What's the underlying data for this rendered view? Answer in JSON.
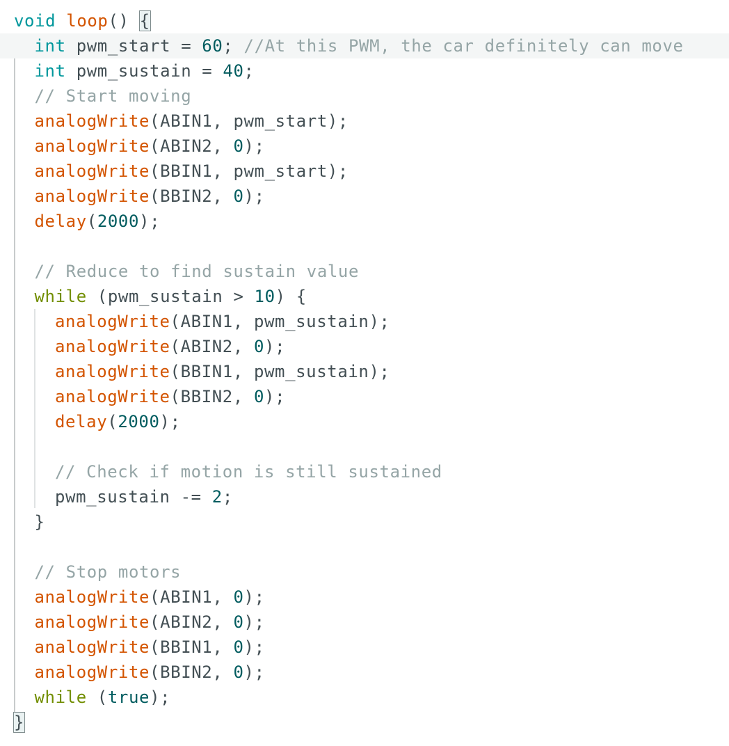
{
  "editor": {
    "active_line_index": 1,
    "lines": [
      {
        "indent": 0,
        "tokens": [
          {
            "t": "void",
            "c": "kw"
          },
          {
            "t": " "
          },
          {
            "t": "loop",
            "c": "fn"
          },
          {
            "t": "() "
          },
          {
            "t": "{",
            "c": "br",
            "box": true
          }
        ]
      },
      {
        "indent": 1,
        "tokens": [
          {
            "t": "int",
            "c": "kw"
          },
          {
            "t": " pwm_start = "
          },
          {
            "t": "60",
            "c": "num"
          },
          {
            "t": "; "
          },
          {
            "t": "//At this PWM, the car definitely can move",
            "c": "cm"
          }
        ]
      },
      {
        "indent": 1,
        "tokens": [
          {
            "t": "int",
            "c": "kw"
          },
          {
            "t": " pwm_sustain = "
          },
          {
            "t": "40",
            "c": "num"
          },
          {
            "t": ";"
          }
        ]
      },
      {
        "indent": 1,
        "tokens": [
          {
            "t": "// Start moving",
            "c": "cm"
          }
        ]
      },
      {
        "indent": 1,
        "tokens": [
          {
            "t": "analogWrite",
            "c": "fn"
          },
          {
            "t": "(ABIN1, pwm_start);"
          }
        ]
      },
      {
        "indent": 1,
        "tokens": [
          {
            "t": "analogWrite",
            "c": "fn"
          },
          {
            "t": "(ABIN2, "
          },
          {
            "t": "0",
            "c": "num"
          },
          {
            "t": ");"
          }
        ]
      },
      {
        "indent": 1,
        "tokens": [
          {
            "t": "analogWrite",
            "c": "fn"
          },
          {
            "t": "(BBIN1, pwm_start);"
          }
        ]
      },
      {
        "indent": 1,
        "tokens": [
          {
            "t": "analogWrite",
            "c": "fn"
          },
          {
            "t": "(BBIN2, "
          },
          {
            "t": "0",
            "c": "num"
          },
          {
            "t": ");"
          }
        ]
      },
      {
        "indent": 1,
        "tokens": [
          {
            "t": "delay",
            "c": "fn"
          },
          {
            "t": "("
          },
          {
            "t": "2000",
            "c": "num"
          },
          {
            "t": ");"
          }
        ]
      },
      {
        "indent": 0,
        "tokens": []
      },
      {
        "indent": 1,
        "tokens": [
          {
            "t": "// Reduce to find sustain value",
            "c": "cm"
          }
        ]
      },
      {
        "indent": 1,
        "tokens": [
          {
            "t": "while",
            "c": "ctrl"
          },
          {
            "t": " (pwm_sustain > "
          },
          {
            "t": "10",
            "c": "num"
          },
          {
            "t": ") {"
          }
        ]
      },
      {
        "indent": 2,
        "tokens": [
          {
            "t": "analogWrite",
            "c": "fn"
          },
          {
            "t": "(ABIN1, pwm_sustain);"
          }
        ]
      },
      {
        "indent": 2,
        "tokens": [
          {
            "t": "analogWrite",
            "c": "fn"
          },
          {
            "t": "(ABIN2, "
          },
          {
            "t": "0",
            "c": "num"
          },
          {
            "t": ");"
          }
        ]
      },
      {
        "indent": 2,
        "tokens": [
          {
            "t": "analogWrite",
            "c": "fn"
          },
          {
            "t": "(BBIN1, pwm_sustain);"
          }
        ]
      },
      {
        "indent": 2,
        "tokens": [
          {
            "t": "analogWrite",
            "c": "fn"
          },
          {
            "t": "(BBIN2, "
          },
          {
            "t": "0",
            "c": "num"
          },
          {
            "t": ");"
          }
        ]
      },
      {
        "indent": 2,
        "tokens": [
          {
            "t": "delay",
            "c": "fn"
          },
          {
            "t": "("
          },
          {
            "t": "2000",
            "c": "num"
          },
          {
            "t": ");"
          }
        ]
      },
      {
        "indent": 0,
        "tokens": []
      },
      {
        "indent": 2,
        "tokens": [
          {
            "t": "// Check if motion is still sustained",
            "c": "cm"
          }
        ]
      },
      {
        "indent": 2,
        "tokens": [
          {
            "t": "pwm_sustain -= "
          },
          {
            "t": "2",
            "c": "num"
          },
          {
            "t": ";"
          }
        ]
      },
      {
        "indent": 1,
        "tokens": [
          {
            "t": "}"
          }
        ]
      },
      {
        "indent": 0,
        "tokens": []
      },
      {
        "indent": 1,
        "tokens": [
          {
            "t": "// Stop motors",
            "c": "cm"
          }
        ]
      },
      {
        "indent": 1,
        "tokens": [
          {
            "t": "analogWrite",
            "c": "fn"
          },
          {
            "t": "(ABIN1, "
          },
          {
            "t": "0",
            "c": "num"
          },
          {
            "t": ");"
          }
        ]
      },
      {
        "indent": 1,
        "tokens": [
          {
            "t": "analogWrite",
            "c": "fn"
          },
          {
            "t": "(ABIN2, "
          },
          {
            "t": "0",
            "c": "num"
          },
          {
            "t": ");"
          }
        ]
      },
      {
        "indent": 1,
        "tokens": [
          {
            "t": "analogWrite",
            "c": "fn"
          },
          {
            "t": "(BBIN1, "
          },
          {
            "t": "0",
            "c": "num"
          },
          {
            "t": ");"
          }
        ]
      },
      {
        "indent": 1,
        "tokens": [
          {
            "t": "analogWrite",
            "c": "fn"
          },
          {
            "t": "(BBIN2, "
          },
          {
            "t": "0",
            "c": "num"
          },
          {
            "t": ");"
          }
        ]
      },
      {
        "indent": 1,
        "tokens": [
          {
            "t": "while",
            "c": "ctrl"
          },
          {
            "t": " ("
          },
          {
            "t": "true",
            "c": "num"
          },
          {
            "t": ");"
          }
        ]
      },
      {
        "indent": 0,
        "tokens": [
          {
            "t": "}",
            "c": "br",
            "box": true
          }
        ]
      }
    ]
  }
}
